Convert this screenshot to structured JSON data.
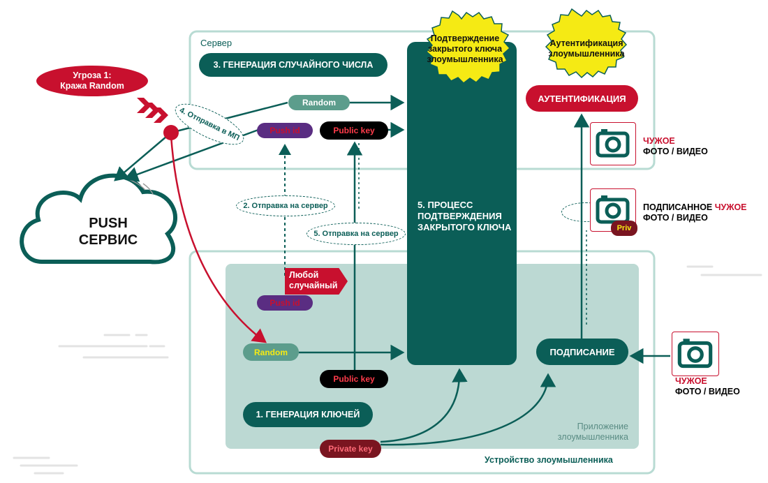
{
  "threat": {
    "line1": "Угроза 1:",
    "line2": "Кража Random"
  },
  "push_service": {
    "line1": "PUSH",
    "line2": "СЕРВИС"
  },
  "server": {
    "label": "Сервер",
    "step3": "3. ГЕНЕРАЦИЯ СЛУЧАЙНОГО ЧИСЛА",
    "random": "Random",
    "push_id": "Push id",
    "public_key": "Public key",
    "send_mp": "4. Отправка в МП",
    "authentication": "АУТЕНТИФИКАЦИЯ"
  },
  "bubbles": {
    "confirm_key": "Подтверждение закрытого ключа злоумышленника",
    "auth_attacker": "Аутентификация злоумышленника"
  },
  "process": "5. ПРОЦЕСС ПОДТВЕРЖДЕНИЯ ЗАКРЫТОГО КЛЮЧА",
  "send_server_2": "2. Отправка на сервер",
  "send_server_5": "5. Отправка на сервер",
  "device": {
    "label": "Устройство злоумышленника",
    "app_label_1": "Приложение",
    "app_label_2": "злоумышленника",
    "any_random_1": "Любой",
    "any_random_2": "случайный",
    "push_id": "Push id",
    "random": "Random",
    "public_key": "Public key",
    "step1": "1. ГЕНЕРАЦИЯ КЛЮЧЕЙ",
    "private_key": "Private key",
    "signing": "ПОДПИСАНИЕ"
  },
  "photos": {
    "foreign_top": {
      "red": "ЧУЖОЕ",
      "black": "ФОТО / ВИДЕО"
    },
    "signed": {
      "black1": "ПОДПИСАННОЕ ",
      "red": "ЧУЖОЕ",
      "black2": "ФОТО / ВИДЕО",
      "badge": "Priv"
    },
    "foreign_bottom": {
      "red": "ЧУЖОЕ",
      "black": "ФОТО / ВИДЕО"
    }
  },
  "colors": {
    "teal": "#0b5e57",
    "light_teal": "#bcd9d3",
    "box_border": "#b8dbd3",
    "red": "#c8102e",
    "yellow": "#f5ea14",
    "purple": "#5a2d82",
    "maroon": "#7a1520"
  }
}
